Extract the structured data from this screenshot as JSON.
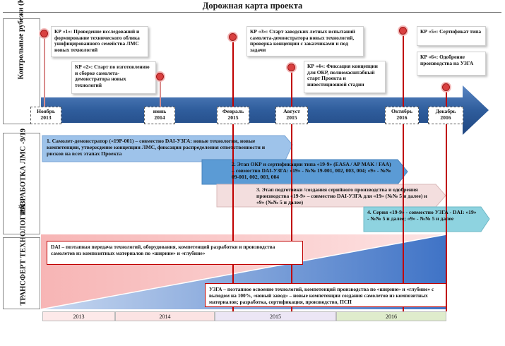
{
  "title": "Дорожная карта проекта",
  "sections": {
    "control": "Контрольные рубежи (КР)",
    "development": "РАЗРАБОТКА ЛМС -9/19",
    "transfer": "ТРАНСФЕРТ ТЕХНОЛОГИЙ"
  },
  "milestones": [
    {
      "id": "kr1",
      "text": "КР «1»: Проведение исследований и формирование технического облика унифицированного семейства ЛМС новых технологий"
    },
    {
      "id": "kr2",
      "text": "КР «2»: Старт по изготовлению и сборке самолета-демонстратора новых технологий"
    },
    {
      "id": "kr3",
      "text": "КР «3»: Старт заводских летных испытаний самолета-демонстратора новых технологий, проверка концепции с заказчиками и под задачи"
    },
    {
      "id": "kr4",
      "text": "КР «4»: Фиксация концепции для ОКР, полномасштабный старт Проекта и инвестиционной стадии"
    },
    {
      "id": "kr5",
      "text": "КР «5»: Сертификат типа"
    },
    {
      "id": "kr6",
      "text": "КР «6»: Одобрение производства на УЗГА"
    }
  ],
  "timeline_dates": [
    {
      "month": "Ноябрь",
      "year": "2013"
    },
    {
      "month": "июнь",
      "year": "2014"
    },
    {
      "month": "Февраль",
      "year": "2015"
    },
    {
      "month": "Август",
      "year": "2015"
    },
    {
      "month": "Октябрь",
      "year": "2016"
    },
    {
      "month": "Декабрь",
      "year": "2016"
    }
  ],
  "development_stages": [
    {
      "id": "s1",
      "text": "1.   Самолет-демонстратор  («19Р-001) – совместно DAI-УЗГА: новые технологии, новые компетенции, утверждение концепции ЛМС, фиксация  распределения ответственности и рисков  на всех этапах Проекта"
    },
    {
      "id": "s2",
      "text": "2.   Этап ОКР и сертификации типа «19-9» (EASA / AP MAK / FAA) – совместно DAI-УЗГА: «19» - №№ 19-001, 002, 003, 004; «9» - №№ 09-001, 002, 003, 004"
    },
    {
      "id": "s3",
      "text": "3.   Этап подготовки /создания  серийного производства и одобрения  производства «19-9» – совместно DAI-УЗГА для «19» (№№ 5 и далее) и «9» (№№ 5 и далее)"
    },
    {
      "id": "s4",
      "text": "4. Серия «19-9» - совместно УЗГА - DAI: «19» - №№ 5 и далее; «9» - №№ 5 и далее"
    }
  ],
  "transfer": {
    "dai": "DAI – поэтапная передача технологий, оборудования, компетенций разработки и производства самолетов из композитных материалов по «ширине» и «глубине»",
    "uzga": "УЗГА – поэтапное освоение технологий, компетенций производства по «ширине» и «глубине» с выходом на 100%, «новый завод» – новые компетенции создания самолетов из композитных материалов; разработка, сертификация, производство, ПСП"
  },
  "years": [
    "2013",
    "2014",
    "2015",
    "2016"
  ],
  "colors": {
    "arrow": "#2f5d9c",
    "stage1": "#9ec3ea",
    "stage2": "#5b9bd5",
    "stage3": "#f3dede",
    "stage4": "#8ed3e0",
    "dai_fill": "#f7b5b5",
    "uzga_fill": "#4f81cf",
    "marker": "#d94040"
  }
}
